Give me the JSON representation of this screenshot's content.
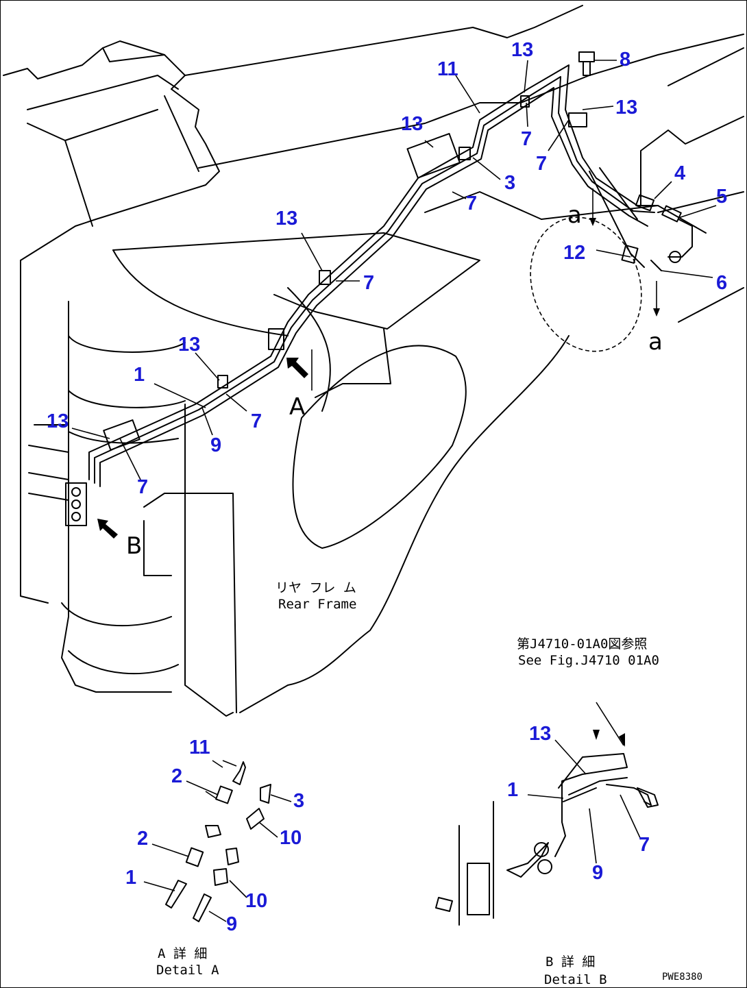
{
  "callouts": {
    "c8": "8",
    "c13_top": "13",
    "c11_top": "11",
    "c13_right": "13",
    "c7_a": "7",
    "c13_mid": "13",
    "c3_top": "3",
    "c7_b": "7",
    "c7_c": "7",
    "c4": "4",
    "c5": "5",
    "c12": "12",
    "c6": "6",
    "c13_center": "13",
    "c7_d": "7",
    "c13_left": "13",
    "c1_left": "1",
    "c7_e": "7",
    "c9_left": "9",
    "c13_far": "13",
    "c7_f": "7",
    "dA_11": "11",
    "dA_2a": "2",
    "dA_3": "3",
    "dA_2b": "2",
    "dA_10a": "10",
    "dA_1": "1",
    "dA_10b": "10",
    "dA_9": "9",
    "dB_13": "13",
    "dB_1": "1",
    "dB_7": "7",
    "dB_9": "9"
  },
  "labels": {
    "view_A": "A",
    "view_a_top": "a",
    "view_a_bottom": "a",
    "view_B": "B",
    "rear_frame_jp": "リヤ フレ ム",
    "rear_frame_en": "Rear Frame",
    "see_fig_jp": "第J4710-01A0図参照",
    "see_fig_en": "See Fig.J4710 01A0",
    "detail_a_jp": "A 詳 細",
    "detail_a_en": "Detail A",
    "detail_b_jp": "B 詳 細",
    "detail_b_en": "Detail B",
    "drawing_code": "PWE8380"
  }
}
